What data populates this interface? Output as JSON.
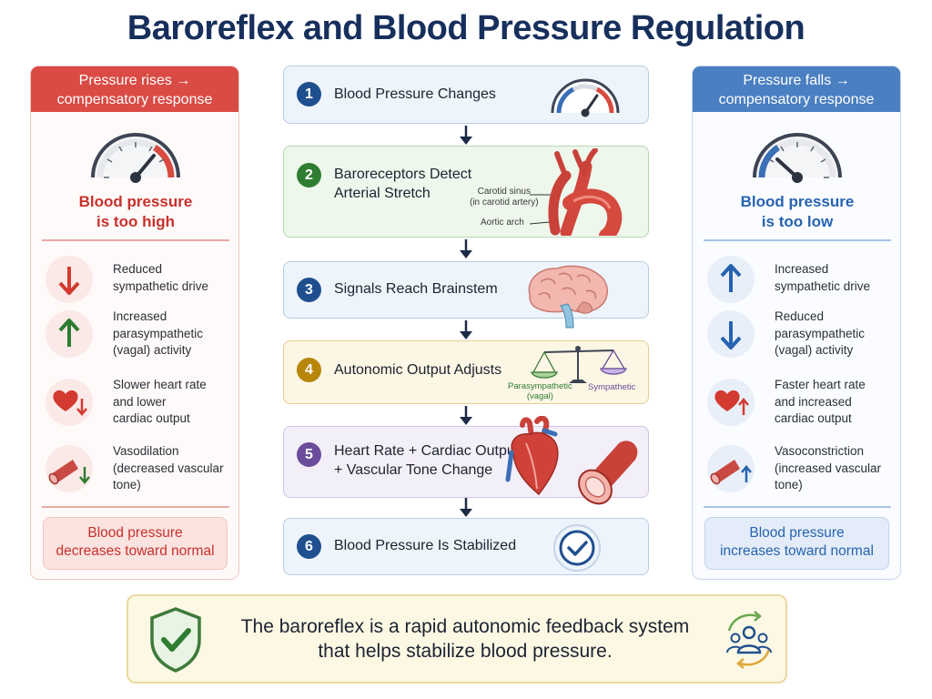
{
  "title": "Baroreflex and Blood Pressure Regulation",
  "left_panel": {
    "header": [
      "Pressure rises →",
      "compensatory response"
    ],
    "state": [
      "Blood pressure",
      "is too high"
    ],
    "effects": [
      {
        "icon": "arrow-down-icon",
        "lines": [
          "Reduced",
          "sympathetic drive"
        ]
      },
      {
        "icon": "arrow-up-icon",
        "lines": [
          "Increased",
          "parasympathetic",
          "(vagal) activity"
        ]
      },
      {
        "icon": "heart-down-icon",
        "lines": [
          "Slower heart rate",
          "and lower",
          "cardiac output"
        ]
      },
      {
        "icon": "vessel-down-icon",
        "lines": [
          "Vasodilation",
          "(decreased vascular",
          "tone)"
        ]
      }
    ],
    "result": [
      "Blood pressure",
      "decreases toward normal"
    ],
    "accent": "#d94b44"
  },
  "right_panel": {
    "header": [
      "Pressure falls →",
      "compensatory response"
    ],
    "state": [
      "Blood pressure",
      "is too low"
    ],
    "effects": [
      {
        "icon": "arrow-up-icon",
        "lines": [
          "Increased",
          "sympathetic drive"
        ]
      },
      {
        "icon": "arrow-down-icon",
        "lines": [
          "Reduced",
          "parasympathetic",
          "(vagal) activity"
        ]
      },
      {
        "icon": "heart-up-icon",
        "lines": [
          "Faster heart rate",
          "and increased",
          "cardiac output"
        ]
      },
      {
        "icon": "vessel-up-icon",
        "lines": [
          "Vasoconstriction",
          "(increased vascular",
          "tone)"
        ]
      }
    ],
    "result": [
      "Blood pressure",
      "increases toward normal"
    ],
    "accent": "#4a7fc1"
  },
  "steps": [
    {
      "number": "1",
      "lines": [
        "Blood Pressure Changes"
      ],
      "icon": "gauge-icon"
    },
    {
      "number": "2",
      "lines": [
        "Baroreceptors Detect",
        "Arterial Stretch"
      ],
      "icon": "artery-icon",
      "labels": {
        "carotid": [
          "Carotid sinus",
          "(in carotid artery)"
        ],
        "aortic": "Aortic arch"
      }
    },
    {
      "number": "3",
      "lines": [
        "Signals Reach Brainstem"
      ],
      "icon": "brain-icon"
    },
    {
      "number": "4",
      "lines": [
        "Autonomic Output Adjusts"
      ],
      "icon": "balance-scale-icon",
      "labels": {
        "para": [
          "Parasympathetic",
          "(vagal)"
        ],
        "symp": "Sympathetic"
      }
    },
    {
      "number": "5",
      "lines": [
        "Heart Rate + Cardiac Output",
        "+ Vascular Tone Change"
      ],
      "icon": "heart-vessel-icon"
    },
    {
      "number": "6",
      "lines": [
        "Blood Pressure Is Stabilized"
      ],
      "icon": "check-circle-icon"
    }
  ],
  "summary": {
    "lines": [
      "The baroreflex is a rapid autonomic feedback system",
      "that helps stabilize blood pressure."
    ],
    "left_icon": "shield-check-icon",
    "right_icon": "people-cycle-icon"
  }
}
